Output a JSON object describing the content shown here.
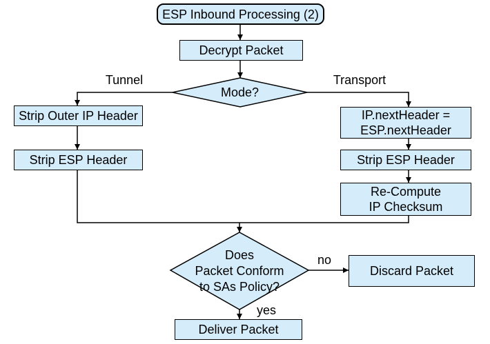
{
  "diagram": {
    "type": "flowchart",
    "colors": {
      "node_fill": "#d5ecfa",
      "node_border": "#000000",
      "connector": "#000000",
      "text": "#000000",
      "background": "#ffffff"
    },
    "nodes": {
      "start": {
        "shape": "rounded-rectangle",
        "label": "ESP Inbound Processing (2)"
      },
      "decrypt": {
        "shape": "rectangle",
        "label": "Decrypt Packet"
      },
      "mode": {
        "shape": "diamond",
        "label": "Mode?"
      },
      "strip_outer_ip": {
        "shape": "rectangle",
        "label": "Strip Outer IP Header"
      },
      "strip_esp_tunnel": {
        "shape": "rectangle",
        "label": "Strip ESP Header"
      },
      "set_next_header": {
        "shape": "rectangle",
        "line1": "IP.nextHeader =",
        "line2": "ESP.nextHeader"
      },
      "strip_esp_transport": {
        "shape": "rectangle",
        "label": "Strip ESP Header"
      },
      "recompute_checksum": {
        "shape": "rectangle",
        "line1": "Re-Compute",
        "line2": "IP Checksum"
      },
      "policy_check": {
        "shape": "diamond",
        "line1": "Does",
        "line2": "Packet Conform",
        "line3": "to SAs Policy?"
      },
      "discard": {
        "shape": "rectangle",
        "label": "Discard Packet"
      },
      "deliver": {
        "shape": "rectangle",
        "label": "Deliver Packet"
      }
    },
    "edge_labels": {
      "tunnel": "Tunnel",
      "transport": "Transport",
      "no": "no",
      "yes": "yes"
    }
  }
}
